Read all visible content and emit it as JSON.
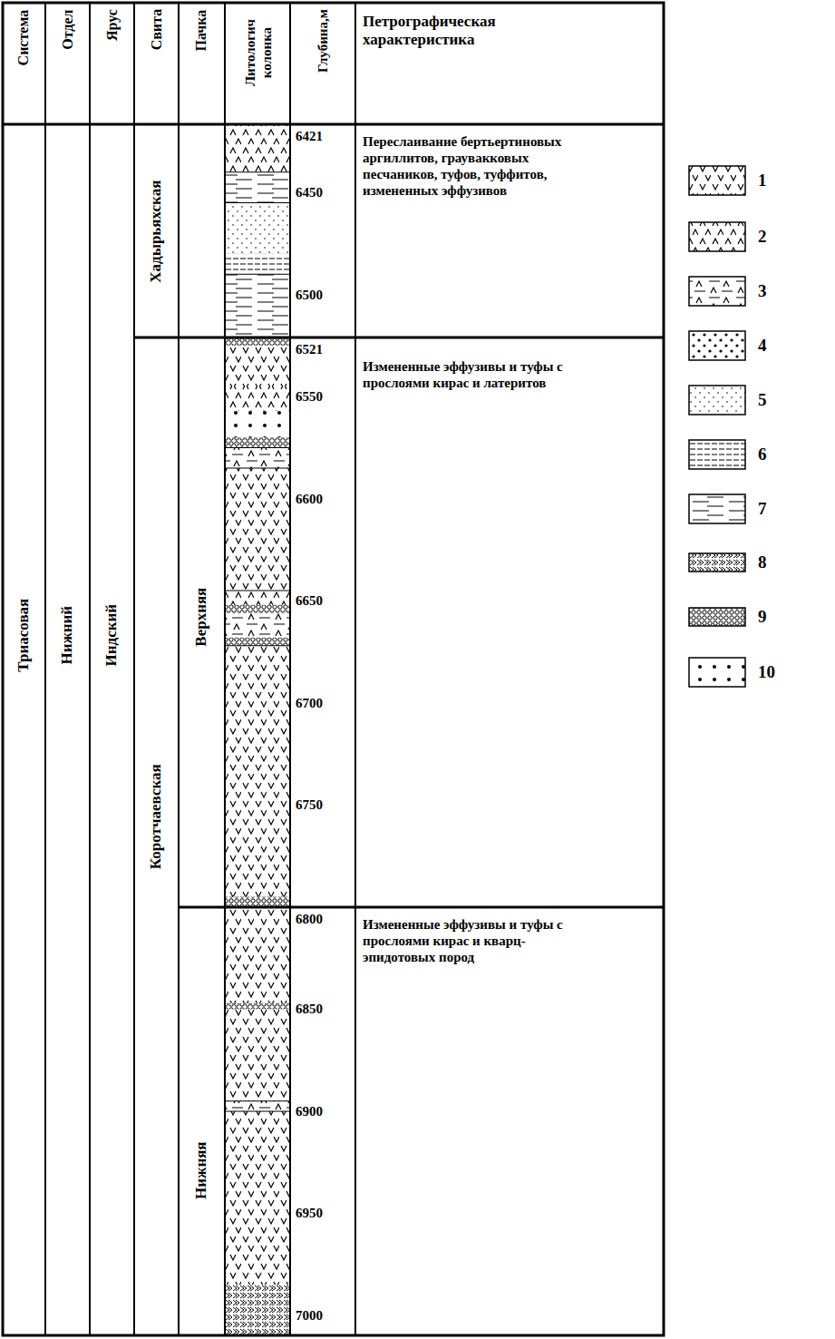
{
  "diagram": {
    "labels": [
      "Система",
      "Отдел",
      "Ярус",
      "Свита",
      "Пачка",
      "Литологич колонка",
      "Глубина,м",
      "Петрографическая характеристика",
      "Триасовая",
      "Нижний",
      "Индский",
      "Хадырьяхская",
      "Коротчаевская",
      "Верхняя",
      "Нижняя",
      "6421",
      "6450",
      "6500",
      "6521",
      "6550",
      "6600",
      "6650",
      "6700",
      "6750",
      "6800",
      "6850",
      "6900",
      "6950",
      "7000",
      "Переслаивание бертьертиновых аргиллитов, граувакковых песчаников, туфов, туффитов, измененных эффузивов",
      "Измененные эффузивы и туфы с прослоями кирас и латеритов",
      "Измененные эффузивы и туфы с прослоями кирас и кварц-эпидотовых пород"
    ],
    "legend": [
      {
        "text": "1"
      },
      {
        "text": "2"
      },
      {
        "text": "3"
      },
      {
        "text": "4"
      },
      {
        "text": "5"
      },
      {
        "text": "6"
      },
      {
        "text": "7"
      },
      {
        "text": "8"
      },
      {
        "text": "9"
      },
      {
        "text": "10"
      }
    ]
  }
}
